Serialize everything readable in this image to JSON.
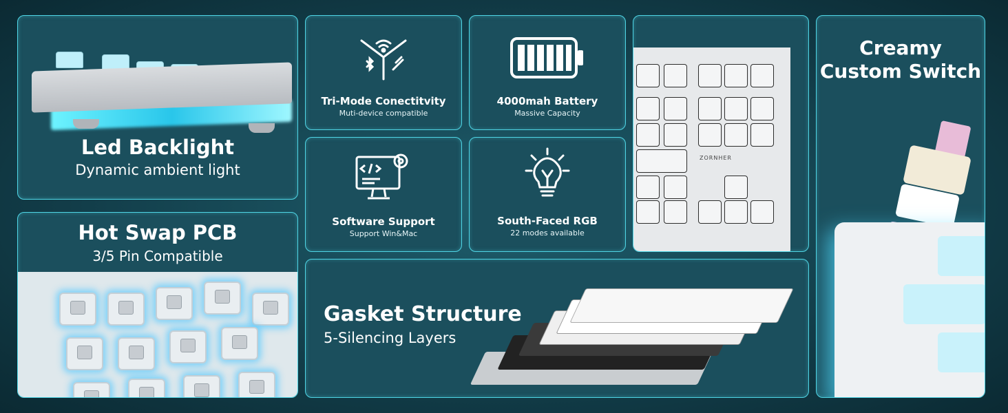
{
  "panels": {
    "led": {
      "title": "Led Backlight",
      "subtitle": "Dynamic ambient light"
    },
    "hotswap": {
      "title": "Hot Swap PCB",
      "subtitle": "3/5 Pin Compatible"
    },
    "trimode": {
      "title": "Tri-Mode Conectitvity",
      "subtitle": "Muti-device compatible",
      "icon": "wireless-bluetooth-usb-icon"
    },
    "battery": {
      "title": "4000mah Battery",
      "subtitle": "Massive Capacity",
      "icon": "battery-icon"
    },
    "software": {
      "title": "Software Support",
      "subtitle": "Support Win&Mac",
      "icon": "monitor-code-gear-icon"
    },
    "rgb": {
      "title": "South-Faced RGB",
      "subtitle": "22 modes available",
      "icon": "lightbulb-icon"
    },
    "gasket": {
      "title": "Gasket Structure",
      "subtitle": "5-Silencing Layers"
    },
    "switch": {
      "title_line1": "Creamy",
      "title_line2": "Custom Switch"
    }
  },
  "keyboard_brand": "ZORNHER",
  "colors": {
    "accent": "#4fd6e6",
    "panel": "#1b4f5d",
    "glow": "#49d7f2"
  }
}
